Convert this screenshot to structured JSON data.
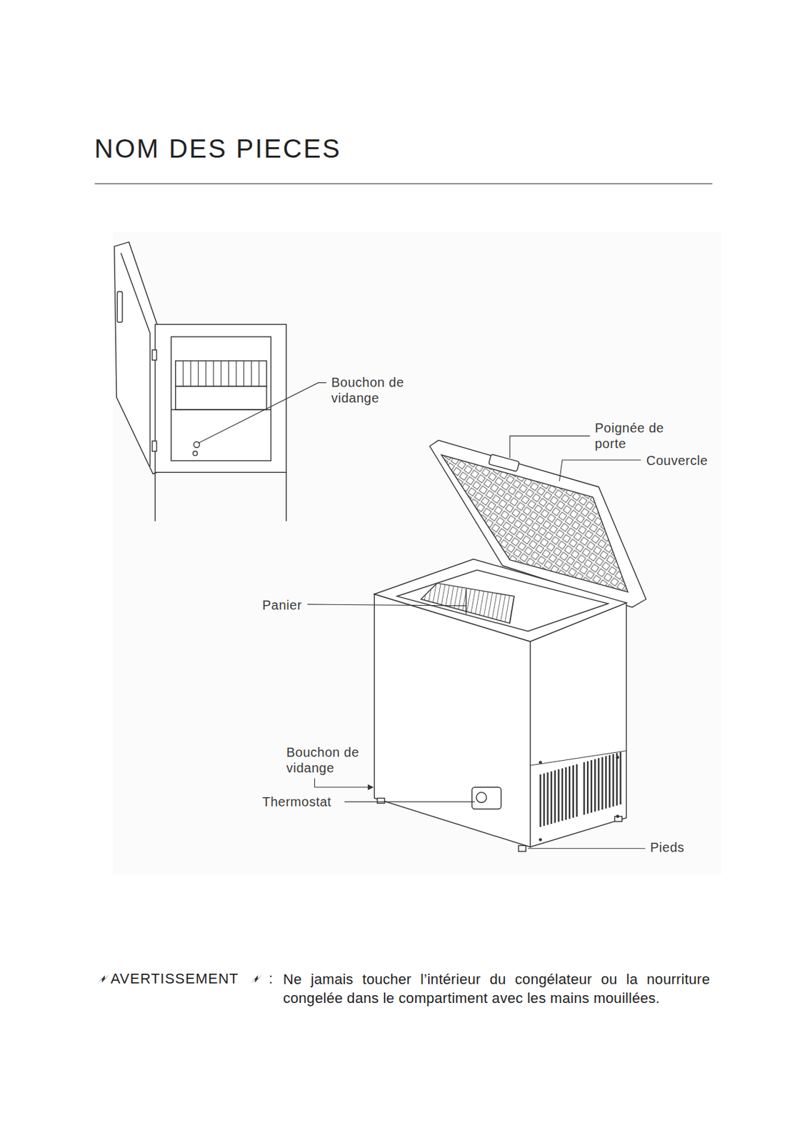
{
  "diagram": {
    "title": "NOM DES PIECES",
    "labels": [
      "Bouchon de vidange",
      "Poignée de porte",
      "Couvercle",
      "Panier",
      "Bouchon de vidange",
      "Thermostat",
      "Pieds",
      "AVERTISSEMENT",
      ":",
      "Ne jamais toucher l’intérieur du congélateur ou la nourriture congelée dans le compartiment avec les mains mouillées."
    ]
  }
}
